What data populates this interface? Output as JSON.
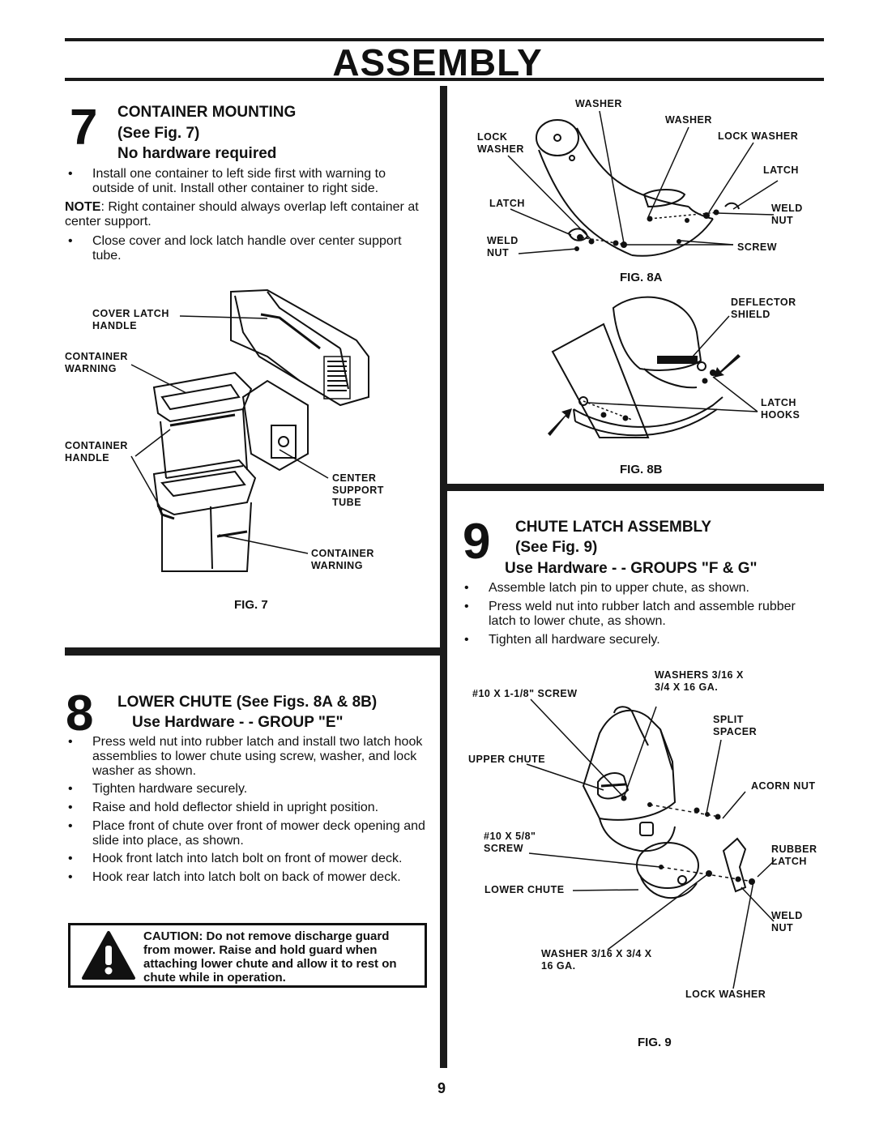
{
  "page": {
    "title": "ASSEMBLY",
    "page_number": "9"
  },
  "step7": {
    "number": "7",
    "heading": "CONTAINER MOUNTING",
    "see": "(See Fig. 7)",
    "hardware": "No hardware required",
    "bullet1": "Install one container to left side first with warning to outside of unit. Install other container to right side.",
    "note_label": "NOTE",
    "note_text": ": Right container should always overlap left container at center support.",
    "bullet2": "Close cover and lock latch handle over center support tube.",
    "fig": {
      "cover_latch_handle": "COVER LATCH HANDLE",
      "container_warning_1": "CONTAINER WARNING",
      "container_handle": "CONTAINER HANDLE",
      "center_support_tube": "CENTER SUPPORT TUBE",
      "container_warning_2": "CONTAINER WARNING",
      "caption": "FIG. 7"
    }
  },
  "step8": {
    "number": "8",
    "heading": "LOWER CHUTE (See Figs. 8A & 8B)",
    "hardware": "Use Hardware - - GROUP \"E\"",
    "bullets": [
      "Press weld nut into rubber latch and install two latch hook assemblies to lower chute using screw, washer, and lock washer as shown.",
      "Tighten hardware securely.",
      "Raise and hold deflector shield in upright position.",
      "Place front of chute over front of mower deck opening and slide into place, as shown.",
      "Hook front latch into latch bolt on front of mower deck.",
      "Hook rear latch into latch bolt on back of mower deck."
    ],
    "caution": "CAUTION: Do not remove discharge guard from mower. Raise and hold guard when attaching lower chute and allow it to rest on chute while in operation."
  },
  "fig8a": {
    "washer_top": "WASHER",
    "washer_right": "WASHER",
    "lock_washer_left": "LOCK WASHER",
    "lock_washer_right": "LOCK WASHER",
    "latch_left": "LATCH",
    "latch_right": "LATCH",
    "weld_nut_left": "WELD NUT",
    "weld_nut_right": "WELD NUT",
    "screw": "SCREW",
    "caption": "FIG. 8A"
  },
  "fig8b": {
    "deflector_shield": "DEFLECTOR SHIELD",
    "latch_hooks": "LATCH HOOKS",
    "caption": "FIG. 8B"
  },
  "step9": {
    "number": "9",
    "heading": "CHUTE LATCH ASSEMBLY",
    "see": "(See Fig. 9)",
    "hardware": "Use Hardware - - GROUPS \"F & G\"",
    "bullets": [
      "Assemble latch pin to upper chute, as shown.",
      "Press weld nut into rubber latch and assemble rubber latch to lower chute, as shown.",
      "Tighten all hardware securely."
    ]
  },
  "fig9": {
    "screw_10_118": "#10 X 1-1/8\" SCREW",
    "washers": "WASHERS 3/16 X 3/4 X 16 GA.",
    "split_spacer": "SPLIT SPACER",
    "upper_chute": "UPPER CHUTE",
    "acorn_nut": "ACORN NUT",
    "screw_10_58": "#10 X 5/8\" SCREW",
    "rubber_latch": "RUBBER LATCH",
    "lower_chute": "LOWER CHUTE",
    "weld_nut": "WELD NUT",
    "washer": "WASHER 3/16 X 3/4 X 16 GA.",
    "lock_washer": "LOCK WASHER",
    "caption": "FIG. 9"
  }
}
